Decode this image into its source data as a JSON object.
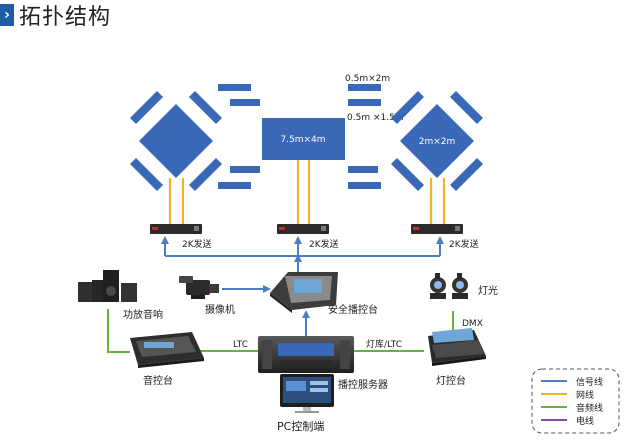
{
  "header": {
    "title": "拓扑结构"
  },
  "screens": {
    "left": "",
    "center": "7.5m×4m",
    "right": "2m×2m",
    "strip_top": "0.5m×2m",
    "strip_side": "0.5m ×1.5m"
  },
  "labels": {
    "sender_left": "2K发送",
    "sender_center": "2K发送",
    "sender_right": "2K发送",
    "camera": "摄像机",
    "safety_console": "安全播控台",
    "lighting": "灯光",
    "dmx": "DMX",
    "amp": "功放音响",
    "audio_console": "音控台",
    "ltc": "LTC",
    "lib_ltc": "灯库/LTC",
    "server": "播控服务器",
    "light_console": "灯控台",
    "pc": "PC控制端"
  },
  "legend": [
    {
      "label": "信号线",
      "color": "#4a7cc9"
    },
    {
      "label": "网线",
      "color": "#f0b02a"
    },
    {
      "label": "音频线",
      "color": "#63b33e"
    },
    {
      "label": "电线",
      "color": "#7b4fa0"
    }
  ],
  "colors": {
    "accent": "#1f5ca8",
    "screen": "#3a68b8",
    "signal": "#4a7cc9",
    "network": "#f0b02a",
    "audio": "#63b33e",
    "power": "#7b4fa0"
  }
}
